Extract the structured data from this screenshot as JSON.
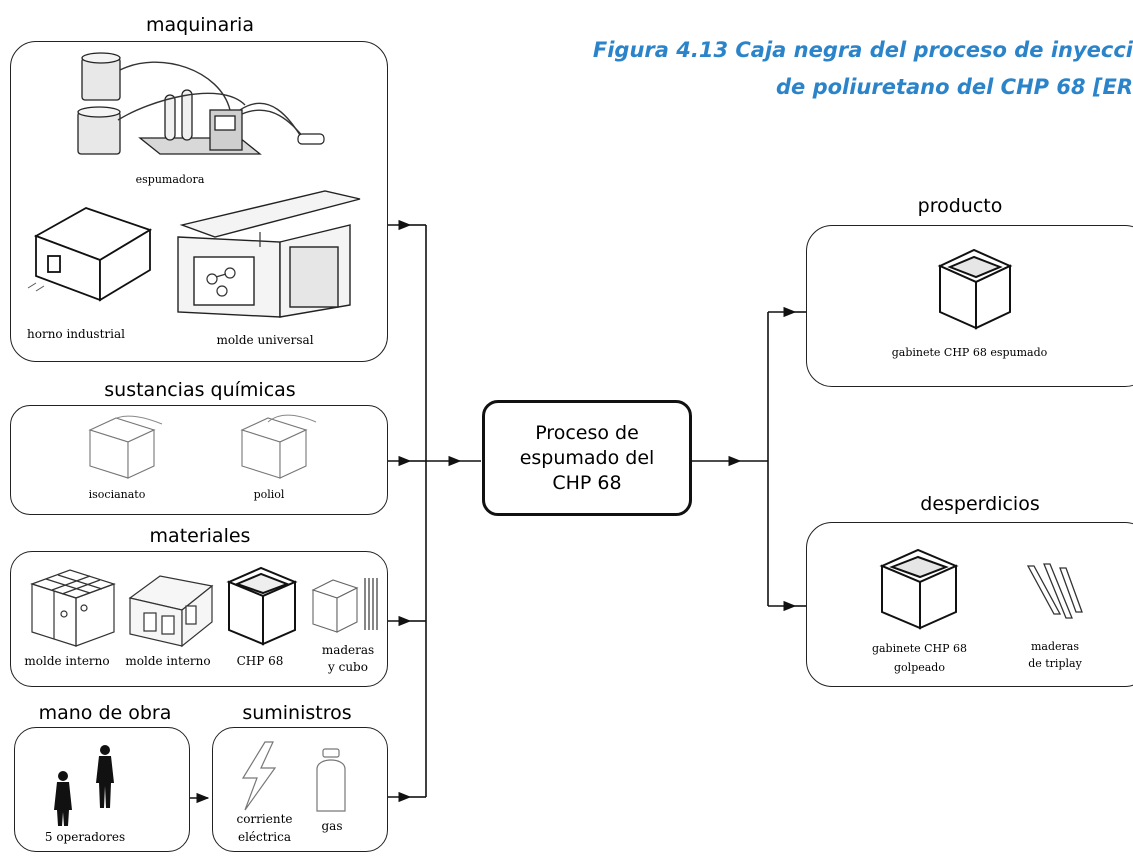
{
  "caption": {
    "line1": "Figura 4.13 Caja negra del proceso de inyecci",
    "line2": "de poliuretano del CHP 68 [ER"
  },
  "inputs": {
    "maquinaria": {
      "title": "maquinaria",
      "items": [
        "espumadora",
        "horno industrial",
        "molde universal"
      ]
    },
    "sustancias": {
      "title": "sustancias químicas",
      "items": [
        "isocianato",
        "poliol"
      ]
    },
    "materiales": {
      "title": "materiales",
      "items": [
        "molde interno",
        "molde interno",
        "CHP 68",
        "maderas",
        "y cubo"
      ]
    },
    "mano_obra": {
      "title": "mano de obra",
      "items": [
        "5 operadores"
      ]
    },
    "suministros": {
      "title": "suministros",
      "items": [
        "corriente",
        "eléctrica",
        "gas"
      ]
    }
  },
  "process": {
    "line1": "Proceso de",
    "line2": "espumado del",
    "line3": "CHP 68"
  },
  "outputs": {
    "producto": {
      "title": "producto",
      "items": [
        "gabinete CHP 68 espumado"
      ]
    },
    "desperdicios": {
      "title": "desperdicios",
      "items": [
        "gabinete CHP 68",
        "golpeado",
        "maderas",
        "de triplay"
      ]
    }
  },
  "icons": [
    "foaming-machine-icon",
    "oven-icon",
    "universal-mold-icon",
    "drum-icon",
    "mold-icon",
    "cabinet-icon",
    "wood-icon",
    "worker-icon",
    "lightning-icon",
    "gas-cylinder-icon"
  ]
}
